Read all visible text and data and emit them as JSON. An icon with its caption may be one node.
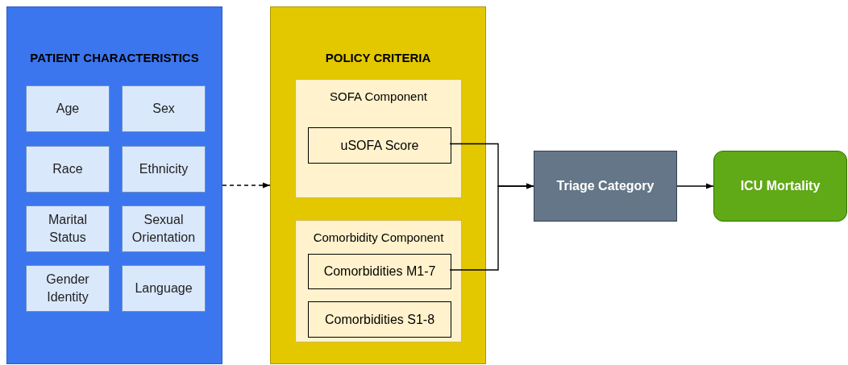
{
  "diagram": {
    "nodes": [
      {
        "text": [
          "PATIENT CHARACTERISTICS"
        ]
      },
      {
        "text": [
          "Age"
        ],
        "in": 0
      },
      {
        "text": [
          "Sex"
        ],
        "in": 0
      },
      {
        "text": [
          "Race"
        ],
        "in": 0
      },
      {
        "text": [
          "Ethnicity"
        ],
        "in": 0
      },
      {
        "text": [
          "Marital Status"
        ],
        "in": 0
      },
      {
        "text": [
          "Sexual Orientation"
        ],
        "in": 0
      },
      {
        "text": [
          "Gender Identity"
        ],
        "in": 0
      },
      {
        "text": [
          "Language"
        ],
        "in": 0
      },
      {
        "text": [
          "POLICY CRITERIA"
        ]
      },
      {
        "text": [
          "SOFA Component"
        ],
        "in": 9
      },
      {
        "text": [
          "uSOFA Score"
        ],
        "in": 10
      },
      {
        "text": [
          "Comorbidity Component"
        ],
        "in": 9
      },
      {
        "text": [
          "Comorbidities M1-7"
        ],
        "in": 12
      },
      {
        "text": [
          "Comorbidities S1-8"
        ],
        "in": 12
      },
      {
        "text": [
          "Triage Category"
        ]
      },
      {
        "text": [
          "ICU Mortality"
        ]
      }
    ],
    "edges": [
      {
        "from": 0,
        "to": 9,
        "arrow": "to",
        "style": "dashed"
      },
      {
        "from": 11,
        "to": 15,
        "arrow": "to"
      },
      {
        "from": 13,
        "to": 15,
        "arrow": "to"
      },
      {
        "from": 15,
        "to": 16,
        "arrow": "to"
      }
    ]
  }
}
